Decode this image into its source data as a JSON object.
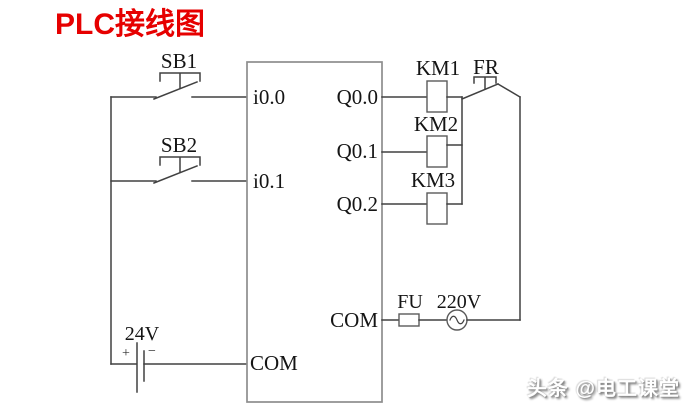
{
  "title": "PLC接线图",
  "watermark": "头条 @电工课堂",
  "colors": {
    "title_red": "#e60000",
    "wire": "#414141",
    "plc_border": "#8d8d8d",
    "text": "#151515"
  },
  "plc": {
    "inputs": [
      {
        "label": "i0.0"
      },
      {
        "label": "i0.1"
      },
      {
        "label": "COM"
      }
    ],
    "outputs": [
      {
        "label": "Q0.0"
      },
      {
        "label": "Q0.1"
      },
      {
        "label": "Q0.2"
      },
      {
        "label": "COM"
      }
    ]
  },
  "components": {
    "button1": "SB1",
    "button2": "SB2",
    "contactor1": "KM1",
    "contactor2": "KM2",
    "contactor3": "KM3",
    "thermal_relay": "FR",
    "fuse": "FU",
    "ac_supply": "220V",
    "dc_supply": "24V",
    "battery_positive": "+",
    "battery_negative": "−"
  }
}
